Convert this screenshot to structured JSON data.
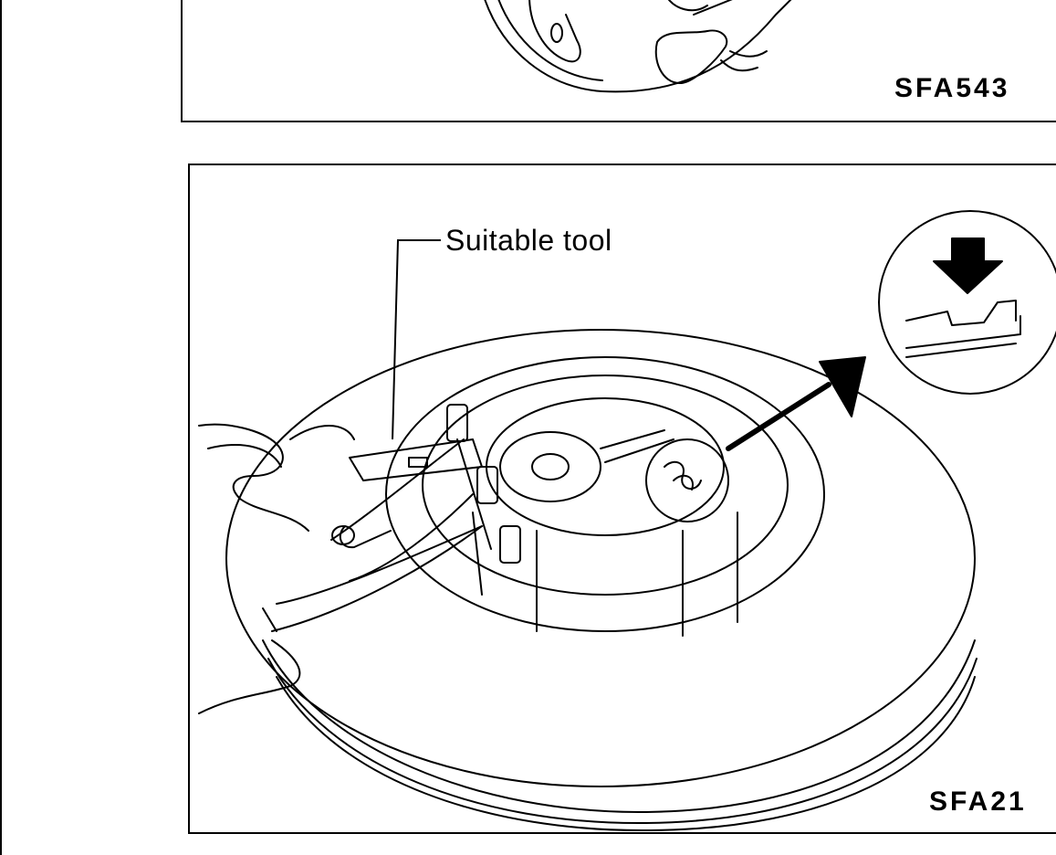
{
  "figures": {
    "top": {
      "code": "SFA543"
    },
    "bottom": {
      "code": "SFA21",
      "callout": "Suitable tool"
    }
  },
  "colors": {
    "ink": "#000000",
    "paper": "#ffffff"
  }
}
